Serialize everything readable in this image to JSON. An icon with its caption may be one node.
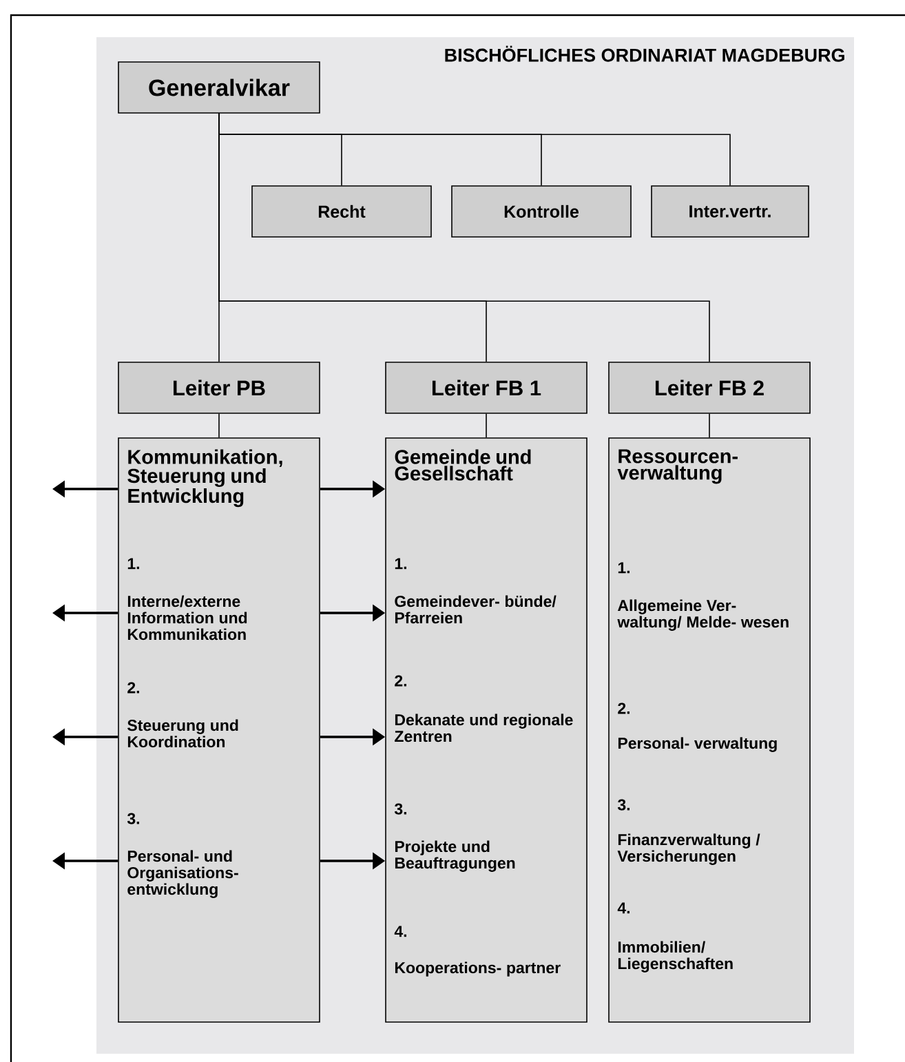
{
  "diagram": {
    "title": "BISCHÖFLICHES ORDINARIAT MAGDEBURG",
    "nodes": [
      {
        "text": [
          "Generalvikar"
        ]
      },
      {
        "text": [
          "Recht"
        ]
      },
      {
        "text": [
          "Kontrolle"
        ]
      },
      {
        "text": [
          "Inter.vertr."
        ]
      },
      {
        "text": [
          "Leiter PB"
        ]
      },
      {
        "text": [
          "Leiter FB 1"
        ]
      },
      {
        "text": [
          "Leiter FB 2"
        ]
      },
      {
        "text": [
          "Kommunikation, Steuerung und Entwicklung",
          "1.",
          "Interne/externe Information und Kommunikation",
          "2.",
          "Steuerung und Koordination",
          "3.",
          "Personal- und Organisations- entwicklung"
        ]
      },
      {
        "text": [
          "Gemeinde und Gesellschaft",
          "1.",
          "Gemeindever- bünde/ Pfarreien",
          "2.",
          "Dekanate und regionale Zentren",
          "3.",
          "Projekte und Beauftragungen",
          "4.",
          "Kooperations- partner"
        ]
      },
      {
        "text": [
          "Ressourcen- verwaltung",
          "1.",
          "Allgemeine Ver- waltung/ Melde- wesen",
          "2.",
          "Personal- verwaltung",
          "3.",
          "Finanzverwaltung / Versicherungen",
          "4.",
          "Immobilien/ Liegenschaften"
        ]
      }
    ],
    "edges": [
      {
        "from": 0,
        "to": 1,
        "arrow": "none"
      },
      {
        "from": 0,
        "to": 2,
        "arrow": "none"
      },
      {
        "from": 0,
        "to": 3,
        "arrow": "none"
      },
      {
        "from": 0,
        "to": 4,
        "arrow": "none"
      },
      {
        "from": 0,
        "to": 5,
        "arrow": "none"
      },
      {
        "from": 0,
        "to": 6,
        "arrow": "none"
      },
      {
        "from": 4,
        "to": 7,
        "arrow": "none"
      },
      {
        "from": 5,
        "to": 8,
        "arrow": "none"
      },
      {
        "from": 6,
        "to": 9,
        "arrow": "none"
      },
      {
        "from": 7,
        "to": null,
        "arrow": "to"
      },
      {
        "from": 7,
        "to": null,
        "arrow": "to"
      },
      {
        "from": 7,
        "to": null,
        "arrow": "to"
      },
      {
        "from": 7,
        "to": null,
        "arrow": "to"
      },
      {
        "from": 7,
        "to": 8,
        "arrow": "to"
      },
      {
        "from": 7,
        "to": 8,
        "arrow": "to"
      },
      {
        "from": 7,
        "to": 8,
        "arrow": "to"
      },
      {
        "from": 7,
        "to": 8,
        "arrow": "to"
      }
    ]
  }
}
